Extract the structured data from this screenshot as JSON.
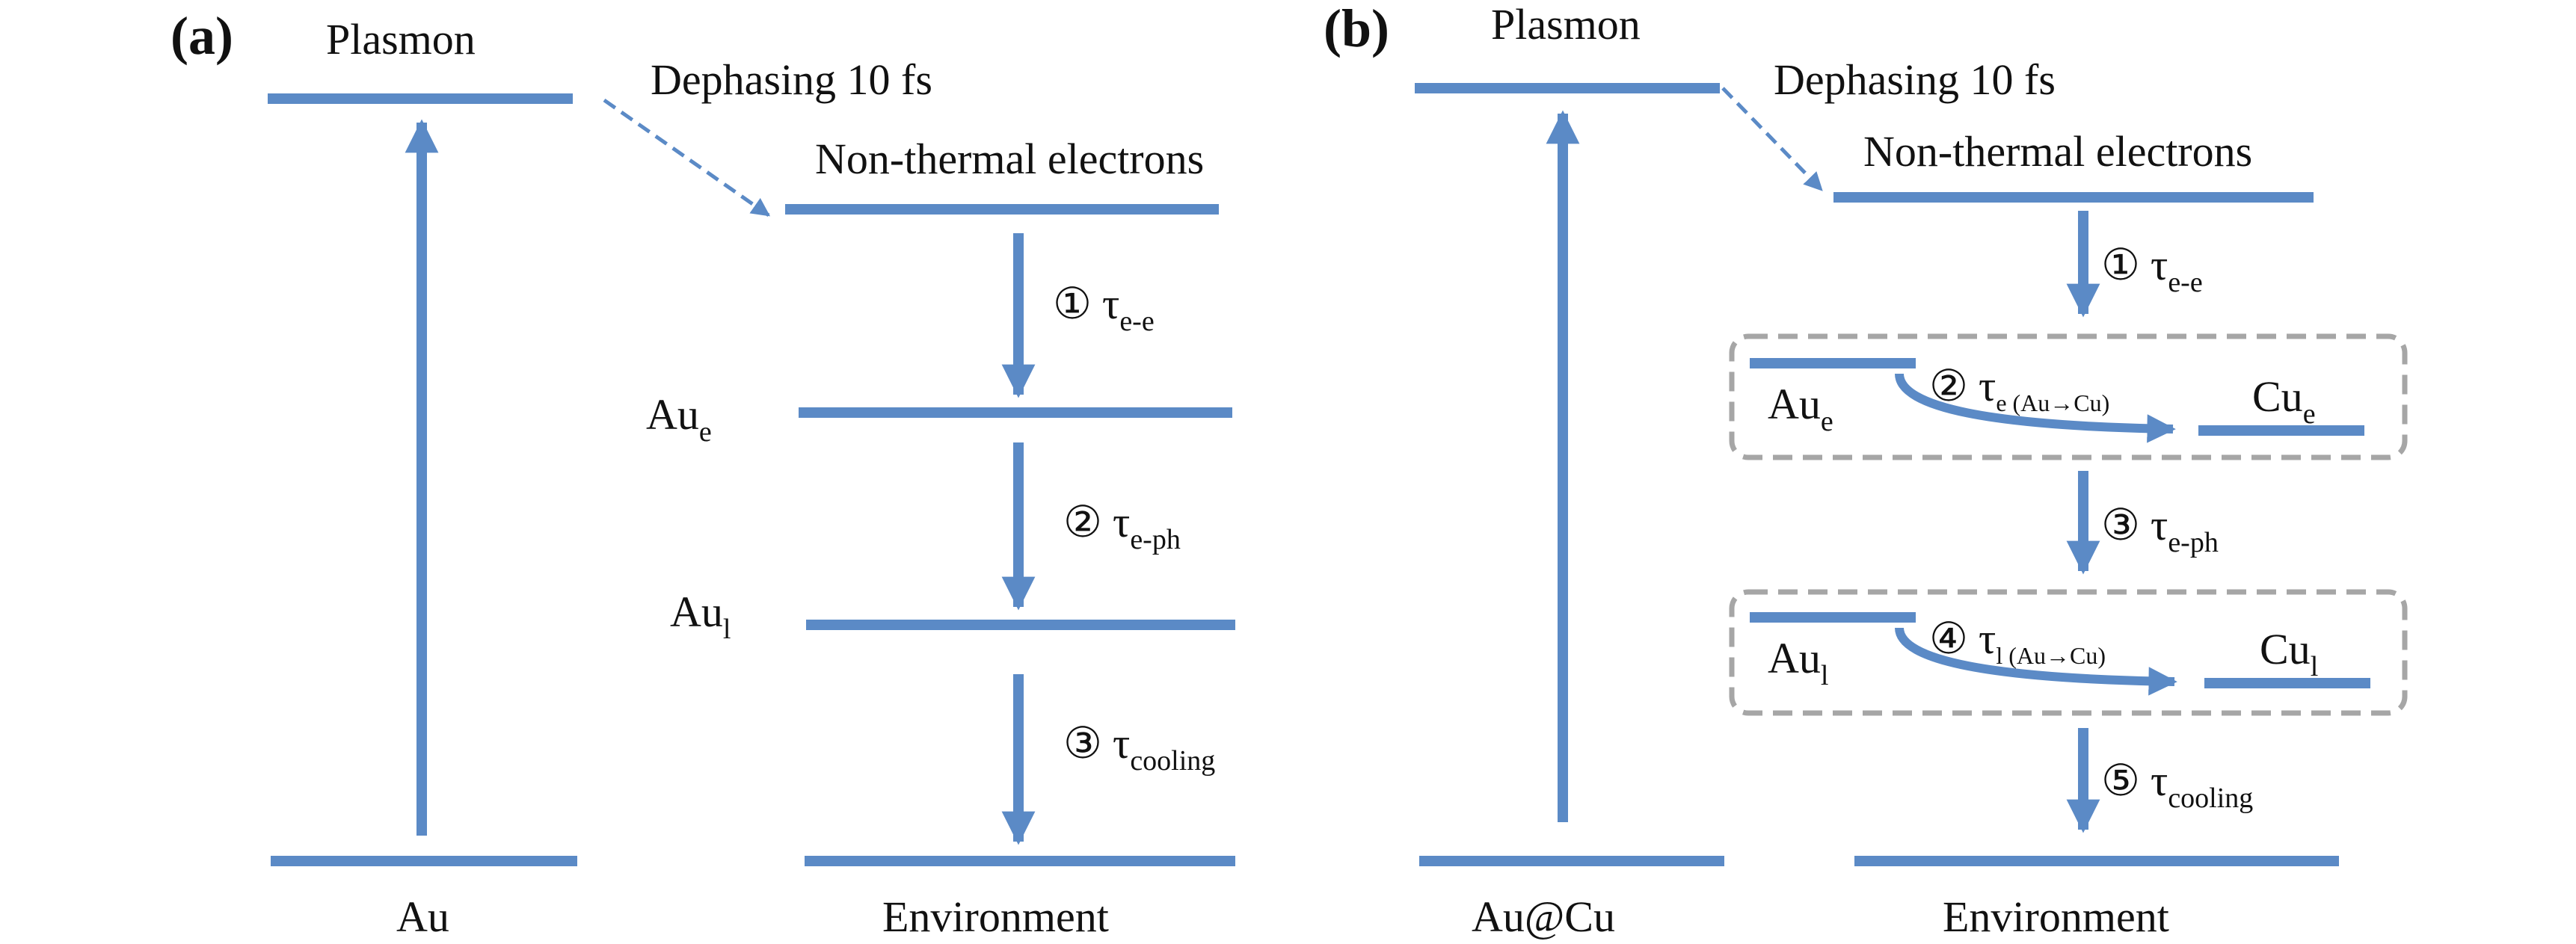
{
  "colors": {
    "level": "#5b8ac6",
    "box": "#a6a6a6",
    "text": "#111111"
  },
  "panel_a": {
    "label": "(a)",
    "plasmon": "Plasmon",
    "dephasing": "Dephasing 10 fs",
    "nonthermal": "Non-thermal electrons",
    "au_e": {
      "main": "Au",
      "sub": "e"
    },
    "au_l": {
      "main": "Au",
      "sub": "l"
    },
    "ground": "Au",
    "environment": "Environment",
    "steps": [
      {
        "num": "①",
        "tau": "τ",
        "sub": "e-e"
      },
      {
        "num": "②",
        "tau": "τ",
        "sub": "e-ph"
      },
      {
        "num": "③",
        "tau": "τ",
        "sub": "cooling"
      }
    ]
  },
  "panel_b": {
    "label": "(b)",
    "plasmon": "Plasmon",
    "dephasing": "Dephasing 10 fs",
    "nonthermal": "Non-thermal electrons",
    "au_e": {
      "main": "Au",
      "sub": "e"
    },
    "cu_e": {
      "main": "Cu",
      "sub": "e"
    },
    "au_l": {
      "main": "Au",
      "sub": "l"
    },
    "cu_l": {
      "main": "Cu",
      "sub": "l"
    },
    "ground": "Au@Cu",
    "environment": "Environment",
    "steps": [
      {
        "num": "①",
        "tau": "τ",
        "sub": "e-e"
      },
      {
        "num": "②",
        "tau": "τ",
        "sub": "e (Au→Cu)"
      },
      {
        "num": "③",
        "tau": "τ",
        "sub": "e-ph"
      },
      {
        "num": "④",
        "tau": "τ",
        "sub": "l (Au→Cu)"
      },
      {
        "num": "⑤",
        "tau": "τ",
        "sub": "cooling"
      }
    ]
  }
}
